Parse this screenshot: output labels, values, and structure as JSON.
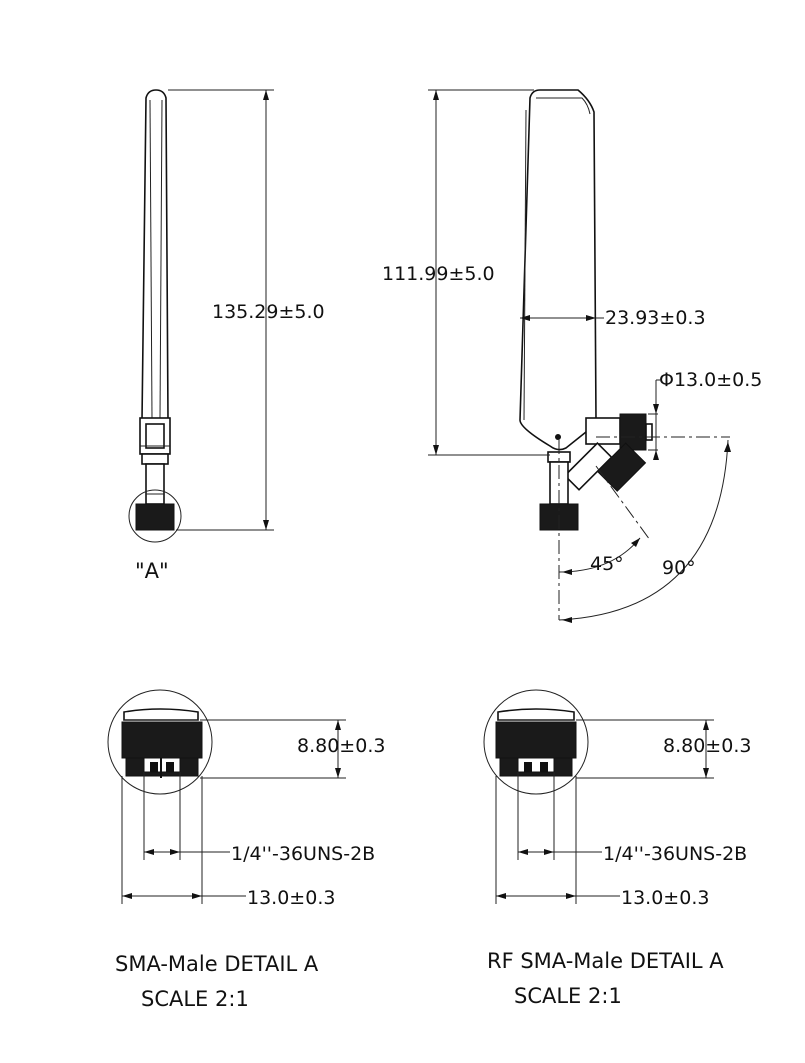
{
  "dimensions": {
    "length_straight": "135.29±5.0",
    "length_bent": "111.99±5.0",
    "width_bent": "23.93±0.3",
    "diameter_nut": "Φ13.0±0.5",
    "angle_small": "45°",
    "angle_large": "90°"
  },
  "detail_marker": "\"A\"",
  "details": [
    {
      "height": "8.80±0.3",
      "thread": "1/4''-36UNS-2B",
      "width": "13.0±0.3",
      "caption": "SMA-Male DETAIL A",
      "scale": "SCALE 2:1"
    },
    {
      "height": "8.80±0.3",
      "thread": "1/4''-36UNS-2B",
      "width": "13.0±0.3",
      "caption": "RF SMA-Male DETAIL A",
      "scale": "SCALE 2:1"
    }
  ]
}
